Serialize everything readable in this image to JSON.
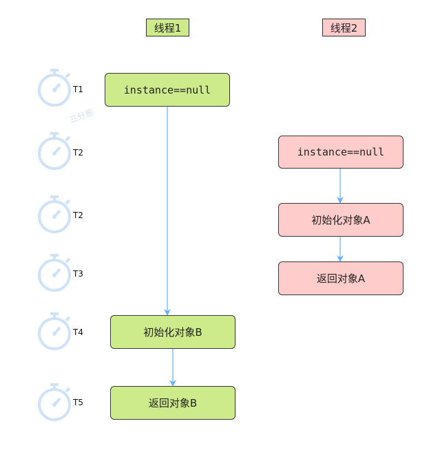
{
  "threads": {
    "thread1": {
      "label": "线程1",
      "color": "#cdeb8b"
    },
    "thread2": {
      "label": "线程2",
      "color": "#ffcccc"
    }
  },
  "time_labels": [
    "T1",
    "T2",
    "T2",
    "T3",
    "T4",
    "T5"
  ],
  "thread1_nodes": {
    "check": "instance==null",
    "init": "初始化对象B",
    "ret": "返回对象B"
  },
  "thread2_nodes": {
    "check": "instance==null",
    "init": "初始化对象A",
    "ret": "返回对象A"
  },
  "icons": {
    "clock": "stopwatch-icon"
  },
  "watermark": "三分恶",
  "colors": {
    "arrow": "#66b2ff",
    "clock": "#cfe3f8"
  }
}
